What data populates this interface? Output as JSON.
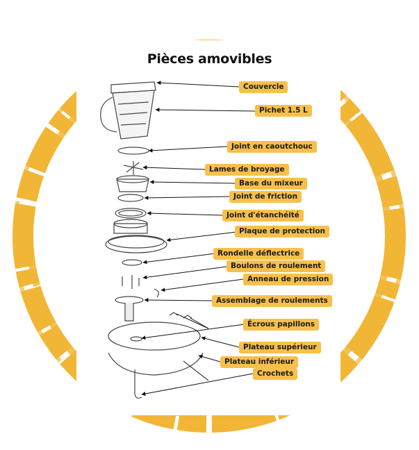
{
  "title": "Pièces amovibles",
  "colors": {
    "ring": "#f2b636",
    "label_bg": "#f7c04a",
    "line": "#111111",
    "sketch": "#444444"
  },
  "labels": [
    {
      "id": "couvercle",
      "text": "Couvercle"
    },
    {
      "id": "pichet",
      "text": "Pichet 1.5 L"
    },
    {
      "id": "joint-caoutchouc",
      "text": "Joint en caoutchouc"
    },
    {
      "id": "lames",
      "text": "Lames de broyage"
    },
    {
      "id": "base-mixeur",
      "text": "Base du mixeur"
    },
    {
      "id": "joint-friction",
      "text": "Joint de friction"
    },
    {
      "id": "joint-etancheite",
      "text": "Joint d'étanchéité"
    },
    {
      "id": "plaque-protection",
      "text": "Plaque de protection"
    },
    {
      "id": "rondelle",
      "text": "Rondelle déflectrice"
    },
    {
      "id": "boulons",
      "text": "Boulons de roulement"
    },
    {
      "id": "anneau",
      "text": "Anneau de pression"
    },
    {
      "id": "assemblage",
      "text": "Assemblage de roulements"
    },
    {
      "id": "ecrous",
      "text": "Écrous papillons"
    },
    {
      "id": "plateau-sup",
      "text": "Plateau supérieur"
    },
    {
      "id": "plateau-inf",
      "text": "Plateau inférieur"
    },
    {
      "id": "crochets",
      "text": "Crochets"
    }
  ]
}
